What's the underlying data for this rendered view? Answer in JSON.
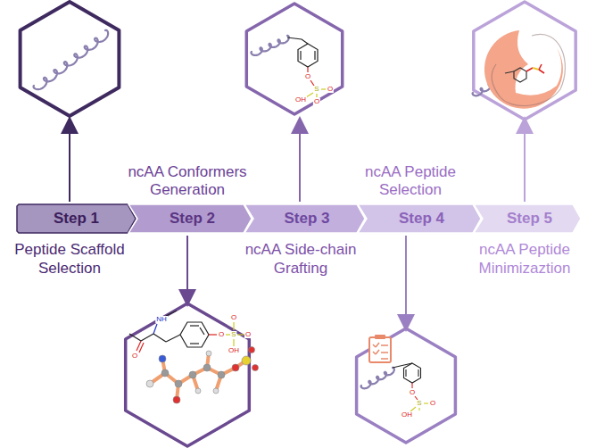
{
  "diagram": {
    "nodes": [
      {
        "text": [
          "Step 1"
        ]
      },
      {
        "text": [
          "Step 2"
        ]
      },
      {
        "text": [
          "Step 3"
        ]
      },
      {
        "text": [
          "Step 4"
        ]
      },
      {
        "text": [
          "Step 5"
        ]
      }
    ],
    "labels": [
      "Peptide Scaffold Selection",
      "ncAA Conformers Generation",
      "ncAA Side-chain Grafting",
      "ncAA Peptide Selection",
      "ncAA Peptide Minimizaztion",
      "NH",
      "O",
      "O",
      "S",
      "O",
      "O",
      "OH",
      "O",
      "S",
      "O",
      "O",
      "OH",
      "O",
      "S",
      "O",
      "OH"
    ]
  }
}
